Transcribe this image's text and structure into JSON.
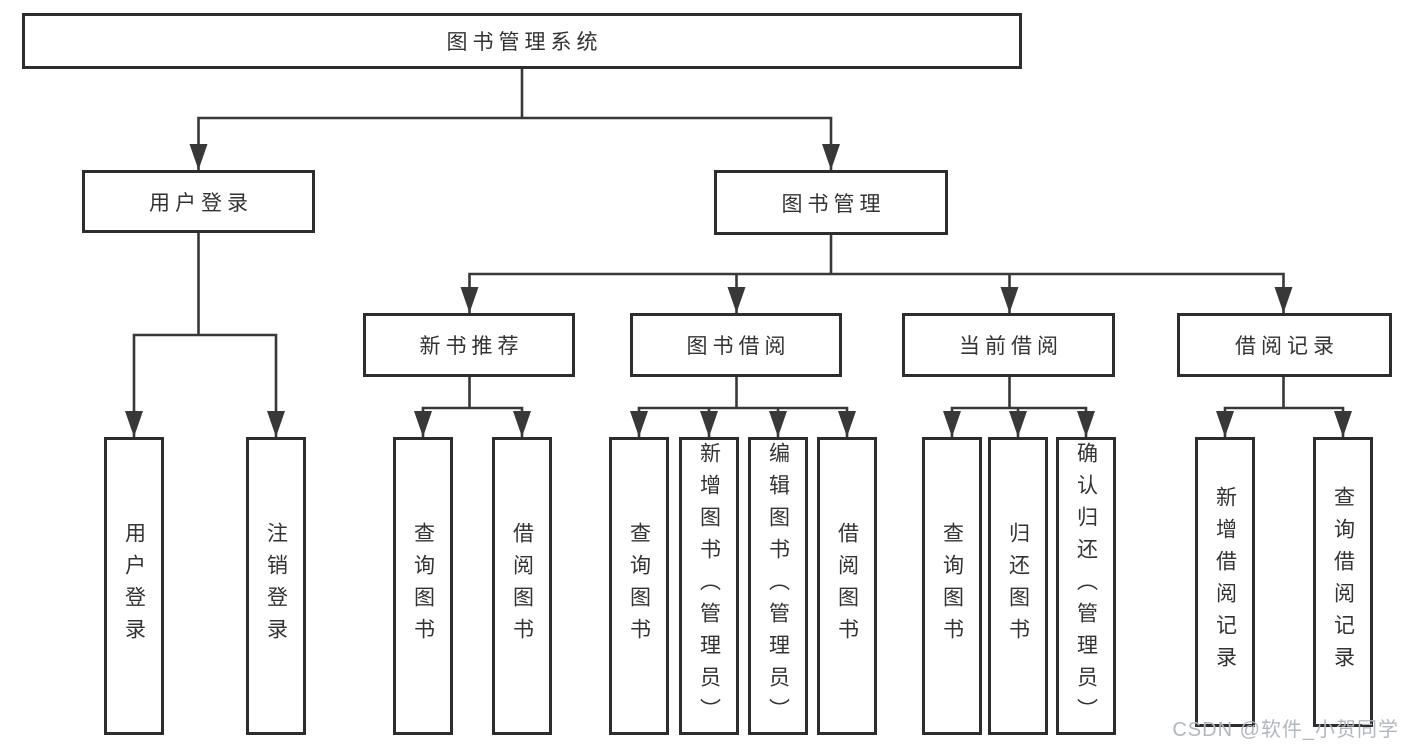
{
  "colors": {
    "line": "#383838",
    "box_border": "#2d2d2d",
    "text": "#333333",
    "watermark": "#b2b8be",
    "background": "#ffffff"
  },
  "watermark": "CSDN @软件_小贺同学",
  "tree": {
    "root": "图书管理系统",
    "branches": [
      {
        "label": "用户登录",
        "children": [
          "用户登录",
          "注销登录"
        ]
      },
      {
        "label": "图书管理",
        "children": [
          {
            "label": "新书推荐",
            "children": [
              "查询图书",
              "借阅图书"
            ]
          },
          {
            "label": "图书借阅",
            "children": [
              "查询图书",
              "新增图书（管理员）",
              "编辑图书（管理员）",
              "借阅图书"
            ]
          },
          {
            "label": "当前借阅",
            "children": [
              "查询图书",
              "归还图书",
              "确认归还（管理员）"
            ]
          },
          {
            "label": "借阅记录",
            "children": [
              "新增借阅记录",
              "查询借阅记录"
            ]
          }
        ]
      }
    ]
  }
}
